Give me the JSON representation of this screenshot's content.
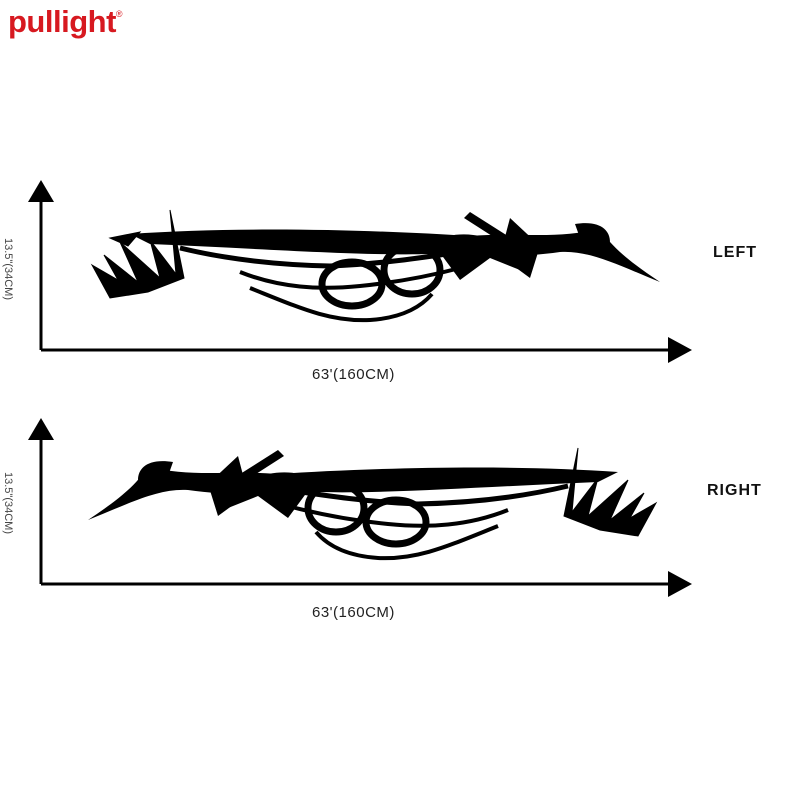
{
  "brand": {
    "name": "pullight",
    "mark": "®",
    "color": "#d71920"
  },
  "panels": [
    {
      "side_label": "LEFT",
      "height_label": "13.5\"(34CM)",
      "width_label": "63'(160CM)"
    },
    {
      "side_label": "RIGHT",
      "height_label": "13.5\"(34CM)",
      "width_label": "63'(160CM)"
    }
  ],
  "colors": {
    "decal": "#000000",
    "axis": "#000000",
    "background": "#ffffff"
  }
}
